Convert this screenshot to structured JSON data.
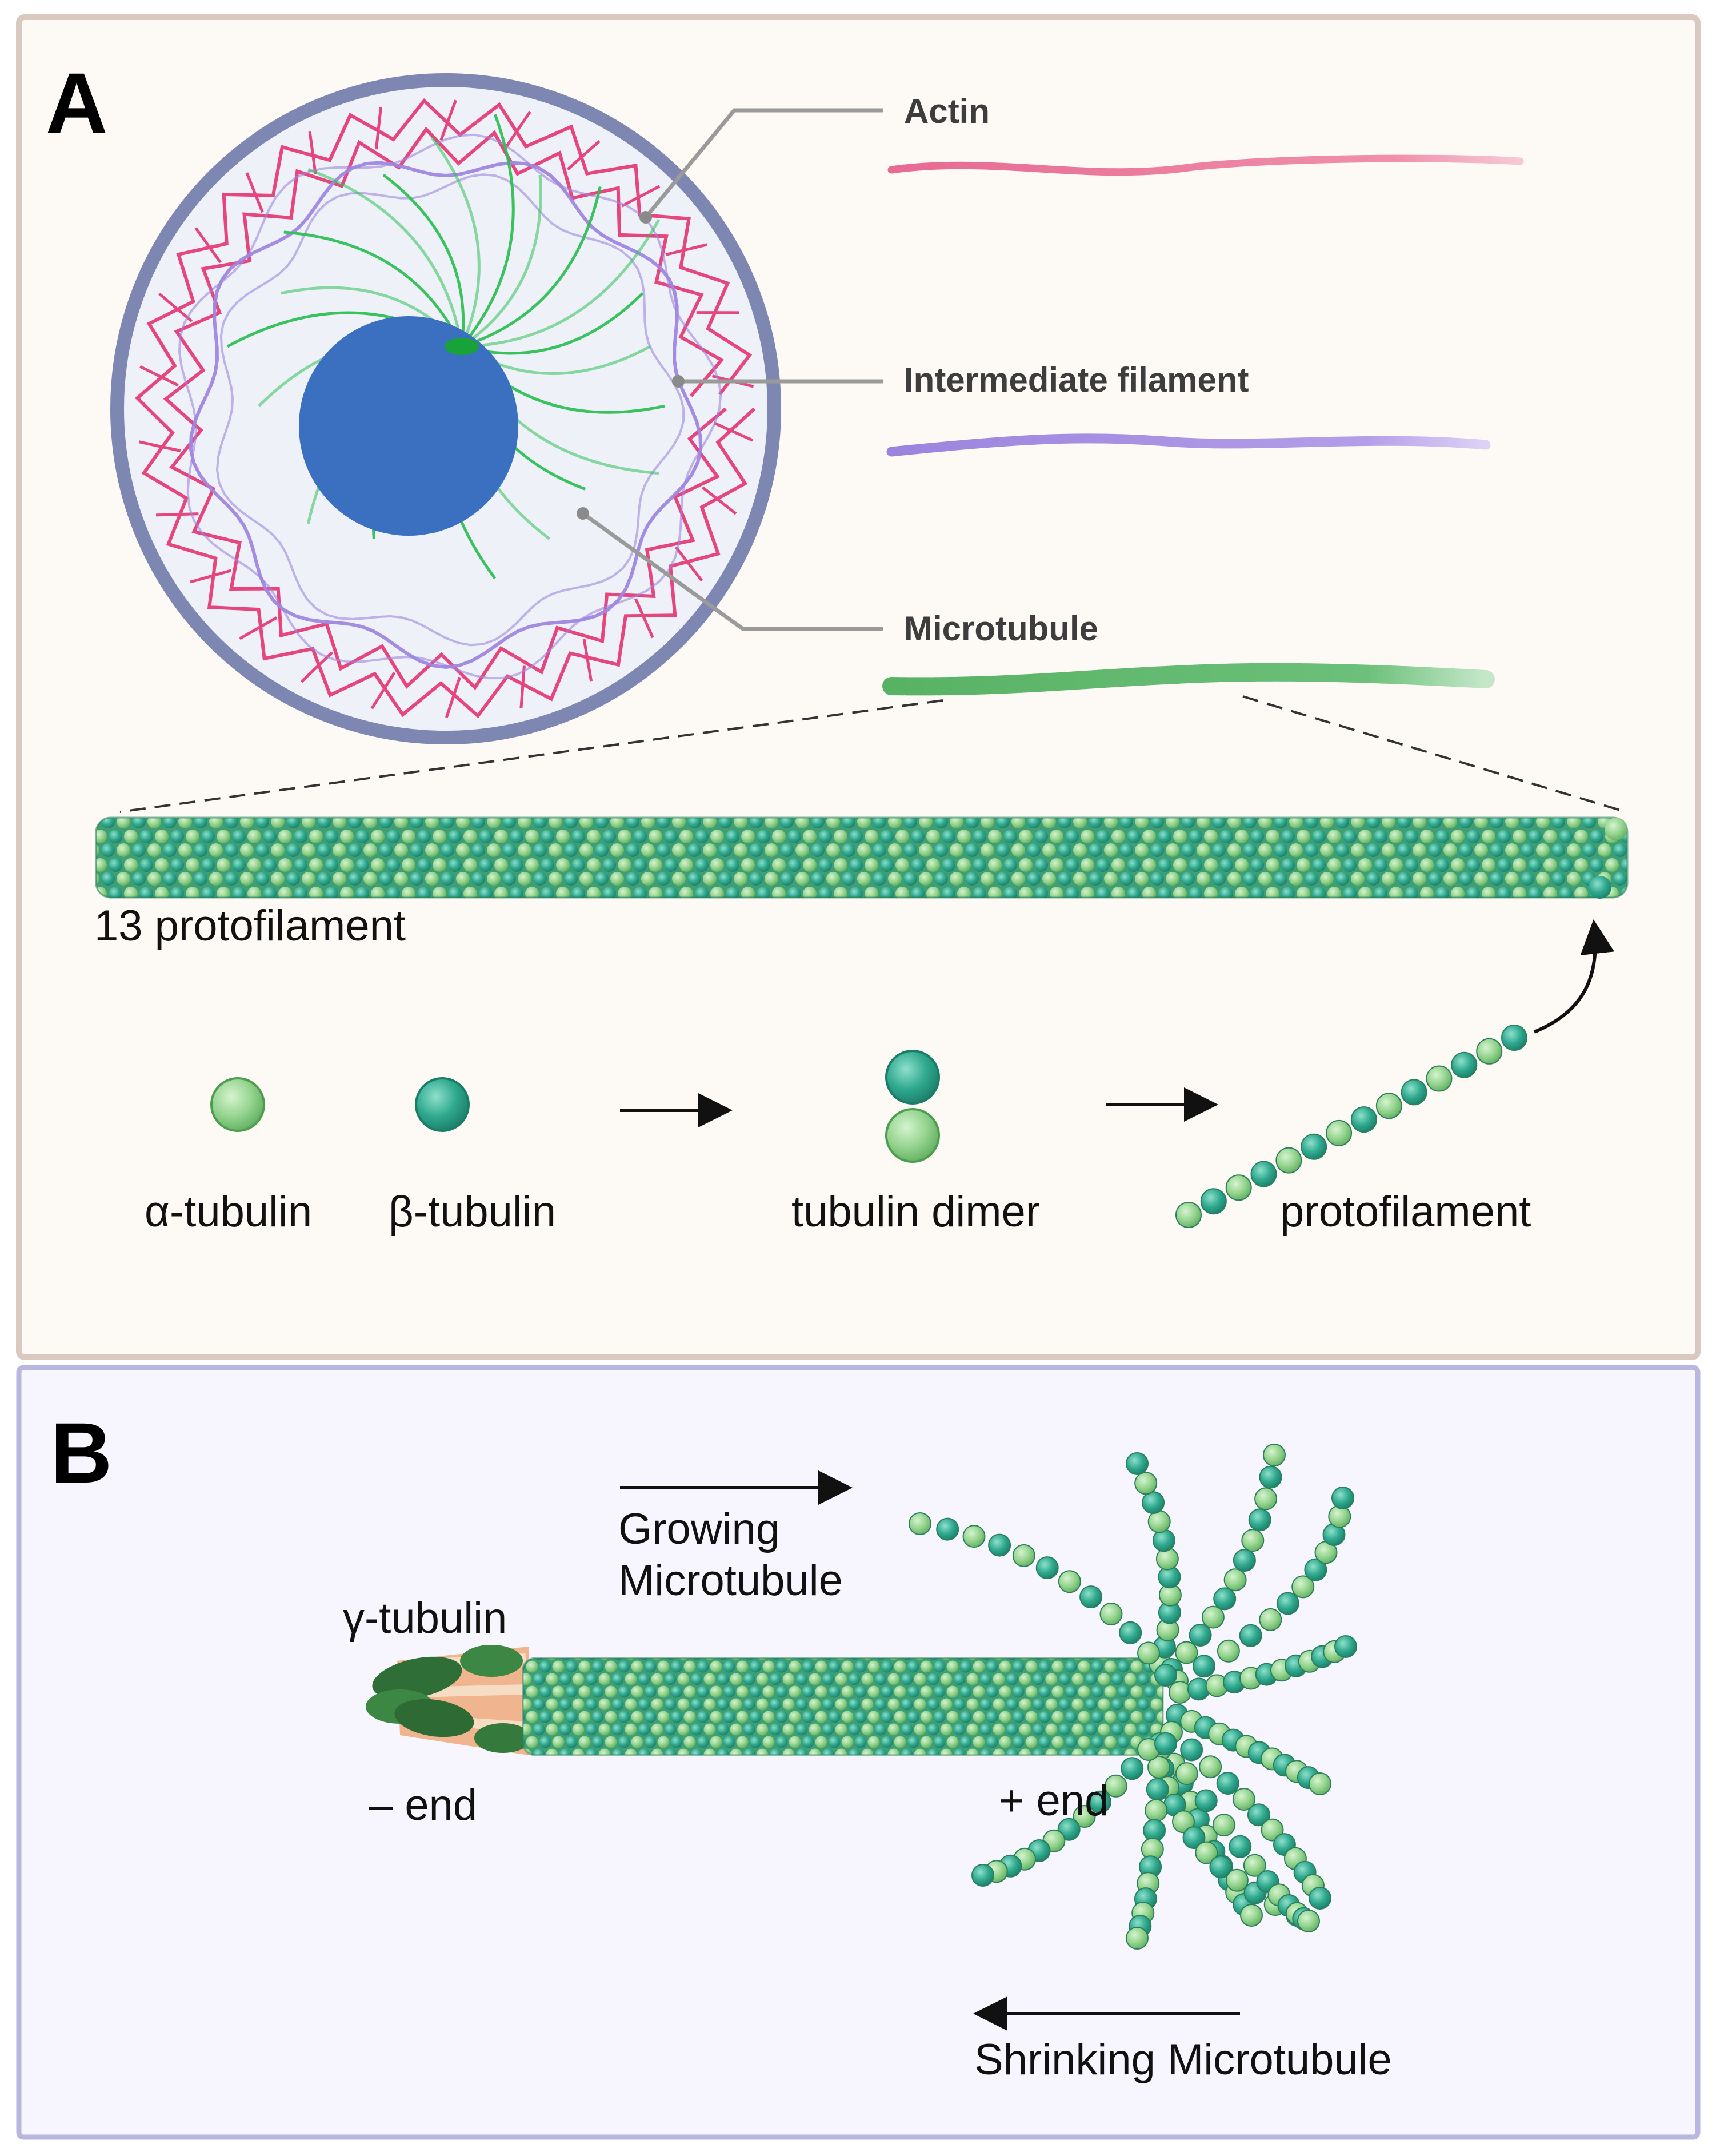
{
  "panel_a": {
    "letter": "A",
    "callouts": {
      "actin": "Actin",
      "intermediate_filament": "Intermediate filament",
      "microtubule": "Microtubule"
    },
    "protofilament_count_label": "13 protofilament",
    "labels": {
      "alpha_tubulin": "α-tubulin",
      "beta_tubulin": "β-tubulin",
      "tubulin_dimer": "tubulin dimer",
      "protofilament": "protofilament"
    }
  },
  "panel_b": {
    "letter": "B",
    "labels": {
      "growing_line1": "Growing",
      "growing_line2": "Microtubule",
      "gamma_tubulin": "γ-tubulin",
      "minus_end": "– end",
      "plus_end": "+ end",
      "shrinking": "Shrinking Microtubule"
    }
  },
  "colors": {
    "panel_a_bg": "#fdfaf6",
    "panel_a_border": "#d9c9bf",
    "panel_b_bg": "#f7f5fd",
    "panel_b_border": "#b9b6e0",
    "alpha_tubulin": "#8fd28c",
    "beta_tubulin": "#2aa98c",
    "nucleus": "#3b70c0",
    "cell_membrane": "#7e86b2",
    "actin": "#e6457e",
    "intermediate_filament": "#9e86e0",
    "microtubule": "#2fbf55"
  }
}
